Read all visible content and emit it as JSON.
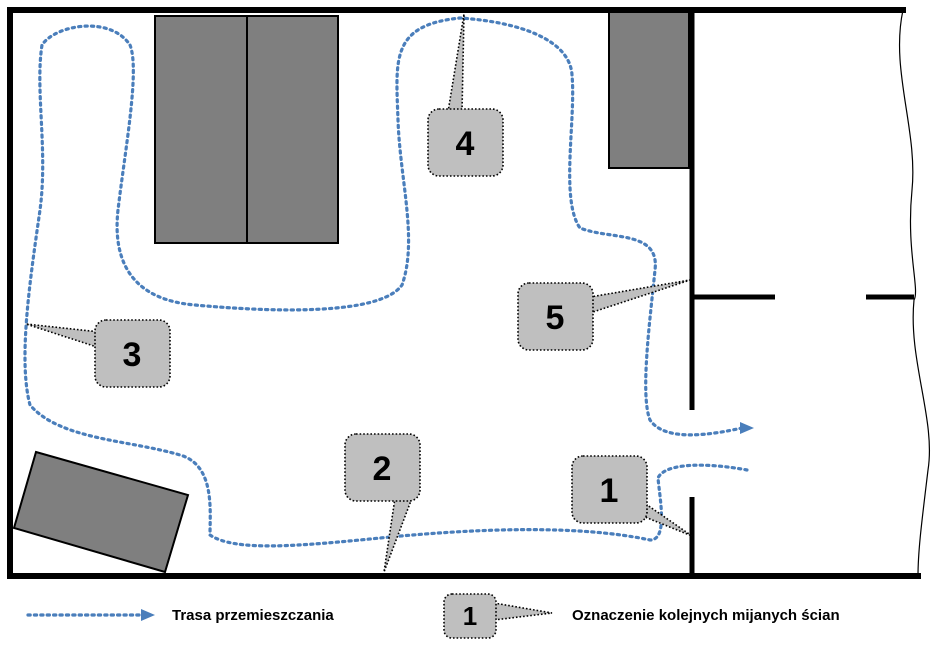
{
  "colors": {
    "route": "#4a7ebb",
    "furniture": "#7f7f7f",
    "callout_fill": "#bfbfbf",
    "wall": "#000000"
  },
  "icons": [
    "route-arrow-icon",
    "wall-callout-icon"
  ],
  "callouts": [
    {
      "id": "1",
      "label": "1"
    },
    {
      "id": "2",
      "label": "2"
    },
    {
      "id": "3",
      "label": "3"
    },
    {
      "id": "4",
      "label": "4"
    },
    {
      "id": "5",
      "label": "5"
    }
  ],
  "legend": {
    "route_label": "Trasa przemieszczania",
    "callout_sample": "1",
    "callout_label": "Oznaczenie kolejnych mijanych ścian"
  }
}
